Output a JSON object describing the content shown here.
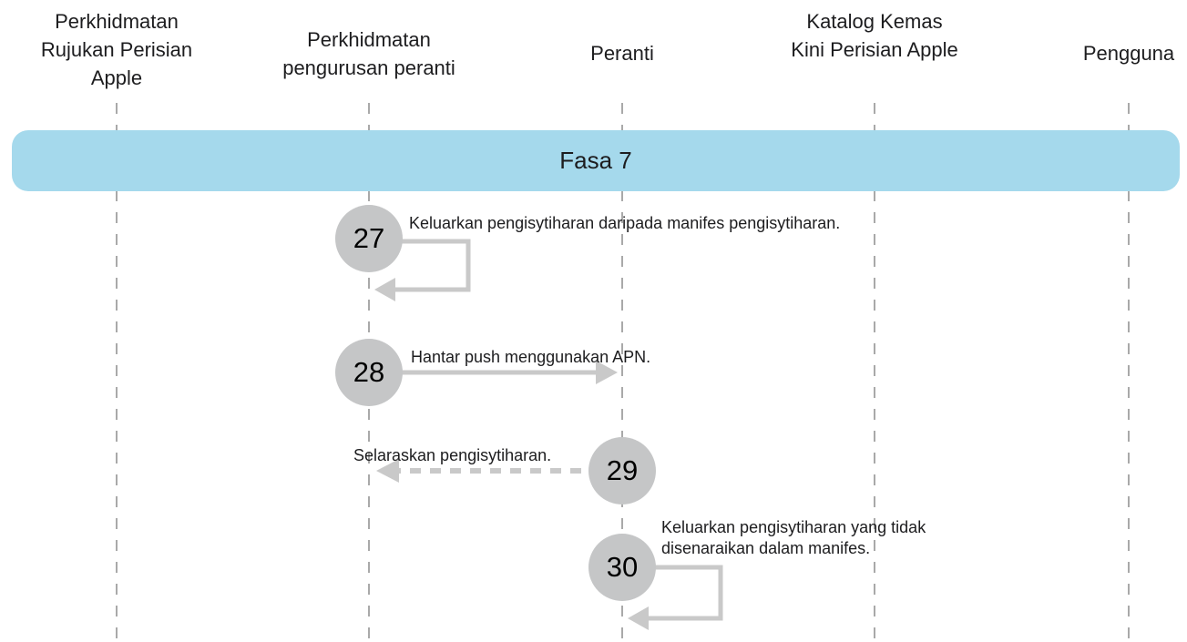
{
  "diagram": {
    "phase_label": "Fasa 7",
    "actors": [
      {
        "name": "Perkhidmatan Rujukan Perisian Apple"
      },
      {
        "name": "Perkhidmatan pengurusan peranti"
      },
      {
        "name": "Peranti"
      },
      {
        "name": "Katalog Kemas Kini Perisian Apple"
      },
      {
        "name": "Pengguna"
      }
    ],
    "steps": [
      {
        "number": "27",
        "label": "Keluarkan pengisytiharan daripada manifes pengisytiharan.",
        "from": "Perkhidmatan pengurusan peranti",
        "to": "Perkhidmatan pengurusan peranti",
        "arrow_style": "solid-self-loop"
      },
      {
        "number": "28",
        "label": "Hantar push menggunakan APN.",
        "from": "Perkhidmatan pengurusan peranti",
        "to": "Peranti",
        "arrow_style": "solid"
      },
      {
        "number": "29",
        "label": "Selaraskan pengisytiharan.",
        "from": "Peranti",
        "to": "Perkhidmatan pengurusan peranti",
        "arrow_style": "dashed"
      },
      {
        "number": "30",
        "label": "Keluarkan pengisytiharan yang tidak disenaraikan dalam manifes.",
        "from": "Peranti",
        "to": "Peranti",
        "arrow_style": "solid-self-loop"
      }
    ],
    "colors": {
      "banner_blue": "#a5d9ec",
      "circle_gray": "#c5c6c7",
      "arrow_gray": "#c9c9c9",
      "lifeline_gray": "#a9a9a9",
      "text_black": "#1d1d1f"
    }
  }
}
